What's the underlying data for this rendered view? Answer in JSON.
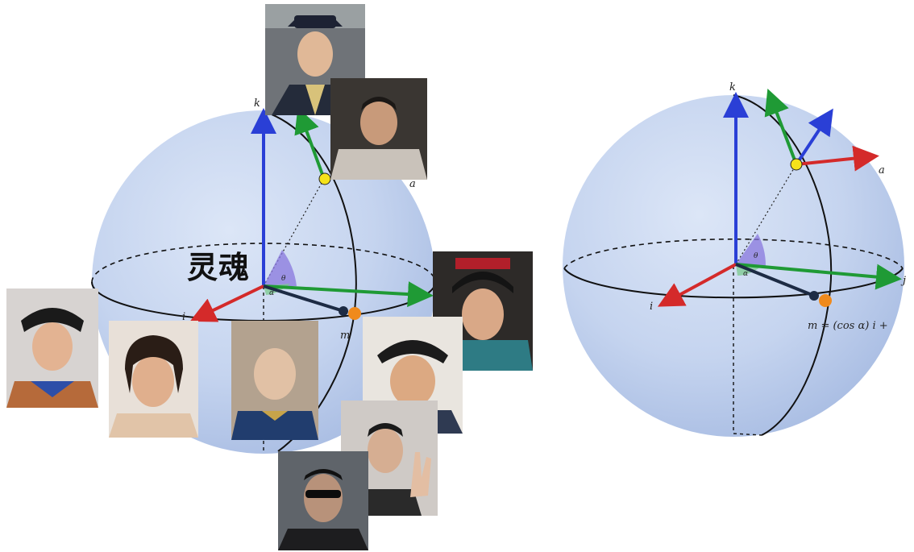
{
  "figure": {
    "overlay_label": "灵魂",
    "left_sphere": {
      "axis_labels": {
        "k": "k",
        "i": "i",
        "m": "m",
        "a": "a",
        "theta": "θ",
        "alpha": "α"
      }
    },
    "right_sphere": {
      "axis_labels": {
        "k": "k",
        "i": "i",
        "j": "j",
        "a": "a",
        "theta": "θ",
        "alpha": "α"
      },
      "formula": "m = (cos α) i +"
    },
    "colors": {
      "sphere": "#c3d3ef",
      "axis_k": "#2a3fd6",
      "axis_i": "#d42a2a",
      "axis_j": "#1f9a35",
      "vector_m": "#1d2b44",
      "point_m": "#f08a1c",
      "point_a": "#f5e21a",
      "angle_theta": "#8877dd",
      "angle_alpha": "#79c98d"
    },
    "photos": [
      {
        "name": "photo-man-fedora"
      },
      {
        "name": "photo-man-qing-robe"
      },
      {
        "name": "photo-man-qing-hat-green"
      },
      {
        "name": "photo-man-black-hat-blue-collar"
      },
      {
        "name": "photo-man-long-hair"
      },
      {
        "name": "photo-man-queue-blue-robe"
      },
      {
        "name": "photo-man-qing-hat-smiling"
      },
      {
        "name": "photo-man-hand-raised"
      },
      {
        "name": "photo-man-sunglasses"
      }
    ]
  }
}
